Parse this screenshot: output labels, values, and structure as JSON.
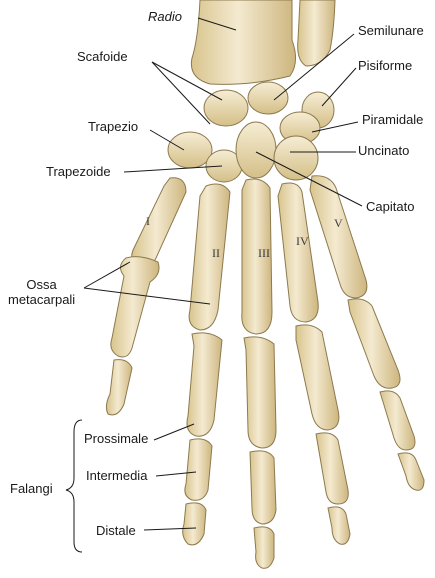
{
  "labels": {
    "radio": "Radio",
    "scafoide": "Scafoide",
    "semilunare": "Semilunare",
    "pisiforme": "Pisiforme",
    "trapezio": "Trapezio",
    "piramidale": "Piramidale",
    "uncinato": "Uncinato",
    "trapezoide": "Trapezoide",
    "capitato": "Capitato",
    "ossa_metacarpali": "Ossa\nmetacarpali",
    "falangi": "Falangi",
    "prossimale": "Prossimale",
    "intermedia": "Intermedia",
    "distale": "Distale"
  },
  "roman_numerals": [
    "I",
    "II",
    "III",
    "IV",
    "V"
  ],
  "colors": {
    "bone": "#efe3b6",
    "bone_shade": "#c9b27a",
    "bone_outline": "#8c7a4e",
    "leader_line": "#1a1a1a"
  }
}
